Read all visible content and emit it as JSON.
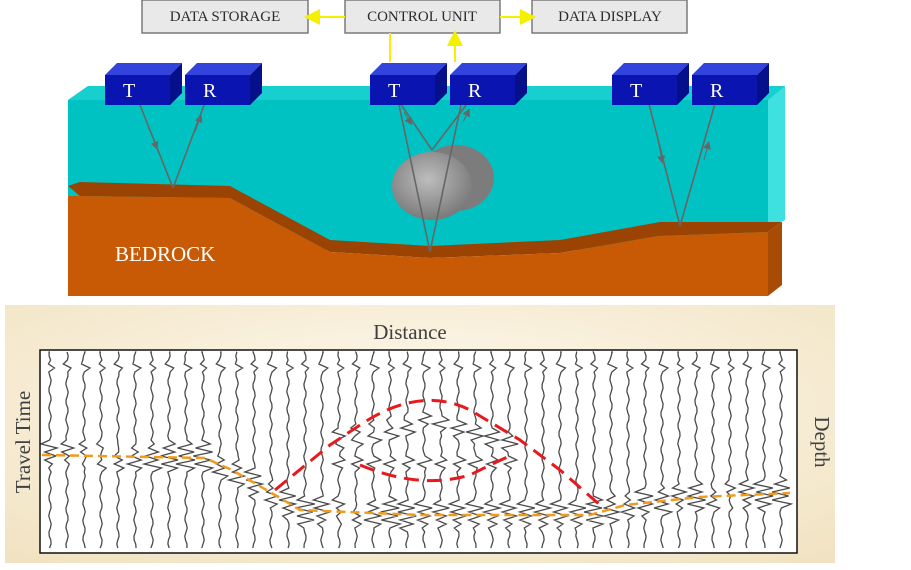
{
  "top_boxes": {
    "storage": "DATA STORAGE",
    "control": "CONTROL UNIT",
    "display": "DATA DISPLAY"
  },
  "units": [
    {
      "t": "T",
      "r": "R"
    },
    {
      "t": "T",
      "r": "R"
    },
    {
      "t": "T",
      "r": "R"
    }
  ],
  "ground_label": "BEDROCK",
  "profile": {
    "x_label": "Distance",
    "y_left_label": "Travel Time",
    "y_right_label": "Depth"
  },
  "colors": {
    "water": "#00c2c2",
    "water_right": "#3ee0e0",
    "bedrock": "#c85a05",
    "bedrock_dark": "#9a4303",
    "unit_blue": "#0a14b0",
    "unit_top": "#3344dd",
    "box_fill": "#e9e9e9",
    "arrow_yellow": "#f3f000",
    "paper": "#fbf3e0",
    "bedrock_reflector": "#f29a1e",
    "object_reflector": "#e8181c",
    "object_gray": "#8f8f8f"
  }
}
